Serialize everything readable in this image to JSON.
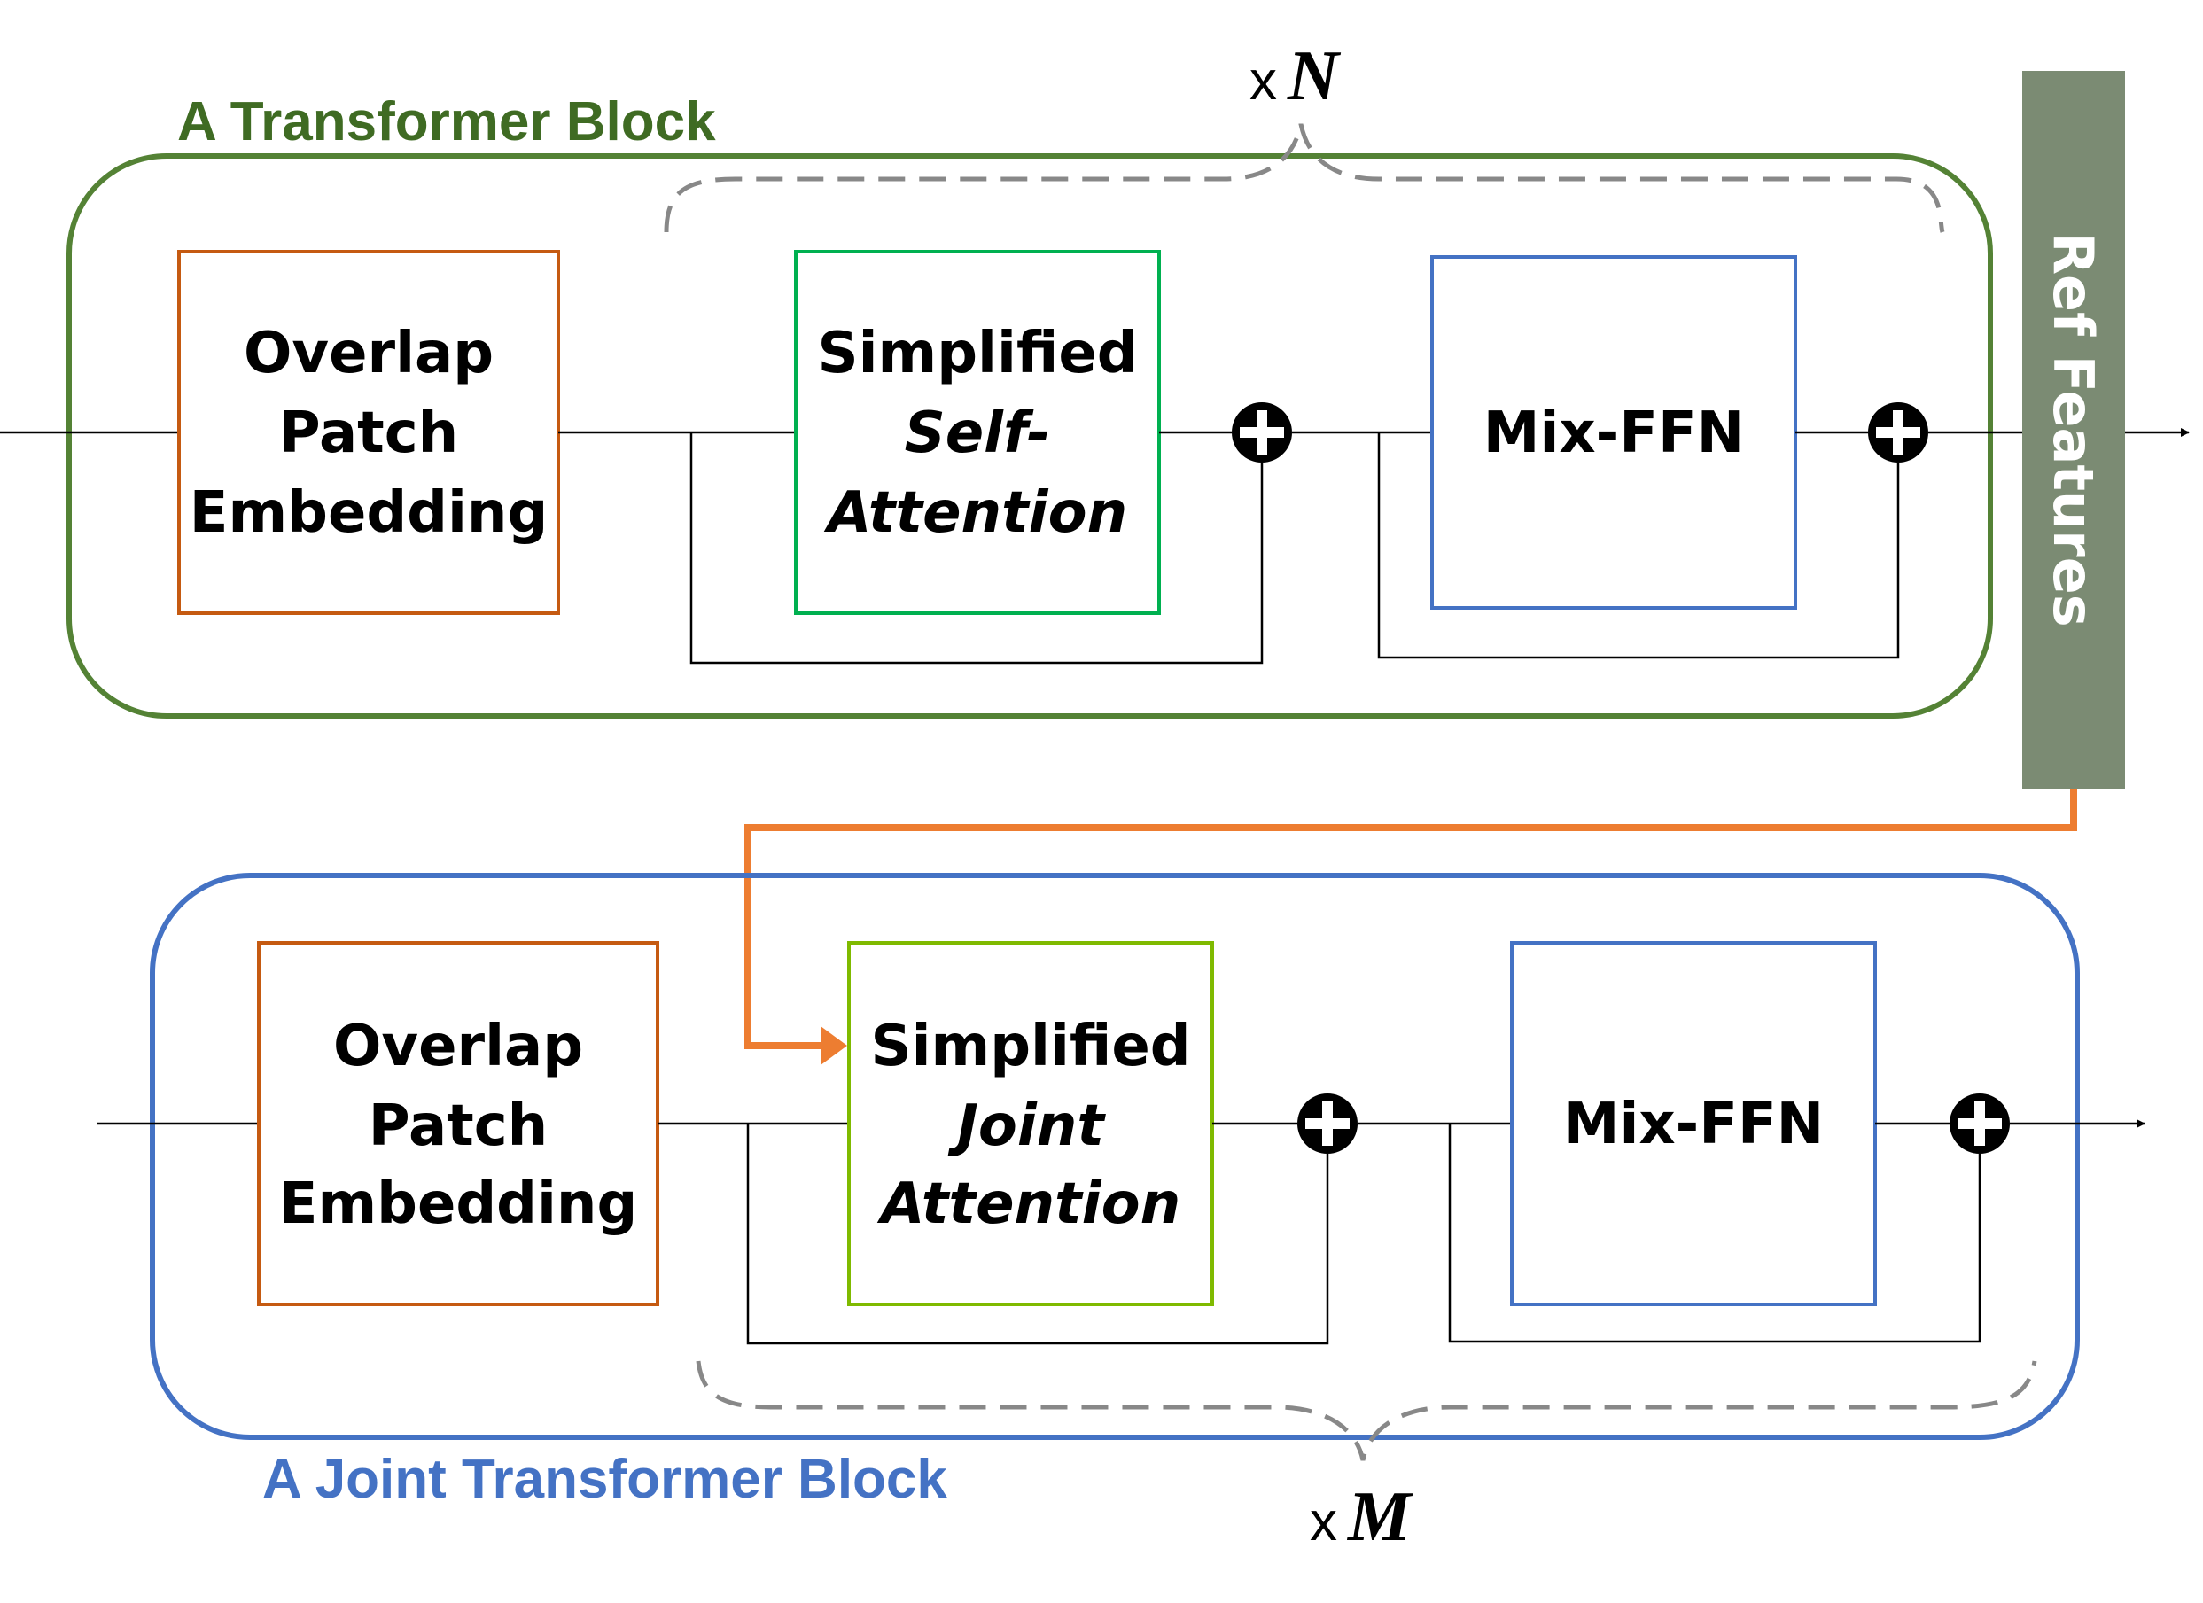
{
  "top_block": {
    "title": "A Transformer Block",
    "repeat_prefix": "x",
    "repeat_var": "N",
    "patch_embed": [
      "Overlap",
      "Patch",
      "Embedding"
    ],
    "attention": [
      "Simplified",
      "Self-",
      "Attention"
    ],
    "ffn": "Mix-FFN"
  },
  "bottom_block": {
    "title": "A Joint Transformer Block",
    "repeat_prefix": "x",
    "repeat_var": "M",
    "patch_embed": [
      "Overlap",
      "Patch",
      "Embedding"
    ],
    "attention": [
      "Simplified",
      "Joint",
      "Attention"
    ],
    "ffn": "Mix-FFN"
  },
  "ref_features": "Ref Features",
  "colors": {
    "top_border": "#548235",
    "top_title": "#3f6b23",
    "bottom_border": "#4472c4",
    "bottom_title": "#4472c4",
    "patch_border": "#c55a11",
    "self_attn_border": "#00b050",
    "joint_attn_border": "#7fba00",
    "ffn_border": "#4472c4",
    "ref_fill": "#7b8b73",
    "ref_arrow": "#ed7d31",
    "brace": "#888888",
    "line": "#000000"
  }
}
